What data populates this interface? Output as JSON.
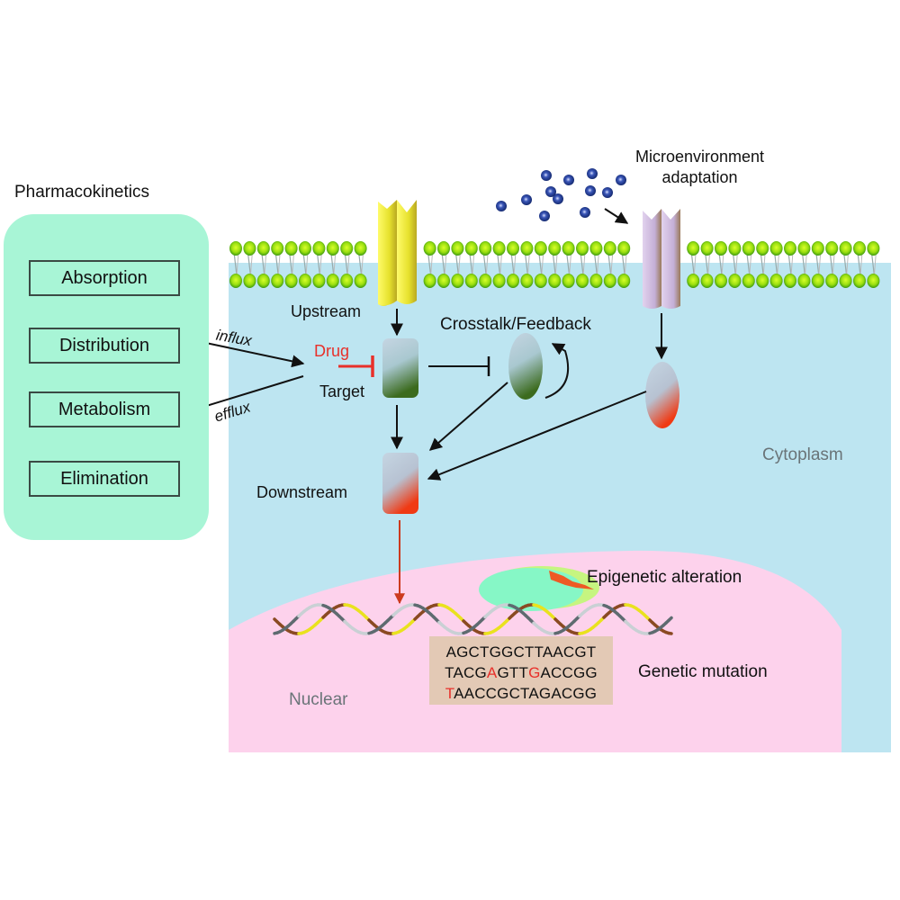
{
  "pharmacokinetics": {
    "title": "Pharmacokinetics",
    "steps": [
      "Absorption",
      "Distribution",
      "Metabolism",
      "Elimination"
    ],
    "influx_label": "influx",
    "efflux_label": "efflux"
  },
  "pathway": {
    "upstream_label": "Upstream",
    "drug_label": "Drug",
    "target_label": "Target",
    "crosstalk_label": "Crosstalk/Feedback",
    "downstream_label": "Downstream",
    "microenvironment_label_line1": "Microenvironment",
    "microenvironment_label_line2": "adaptation"
  },
  "compartments": {
    "cytoplasm_label": "Cytoplasm",
    "nuclear_label": "Nuclear"
  },
  "nucleus": {
    "epigenetic_label": "Epigenetic alteration",
    "genetic_label": "Genetic mutation",
    "sequence_rows": [
      [
        {
          "t": "AGCTGGCTTAACGT",
          "m": false
        }
      ],
      [
        {
          "t": "TACG",
          "m": false
        },
        {
          "t": "A",
          "m": true
        },
        {
          "t": "GTT",
          "m": false
        },
        {
          "t": "G",
          "m": true
        },
        {
          "t": "ACCGG",
          "m": false
        }
      ],
      [
        {
          "t": "T",
          "m": true
        },
        {
          "t": "AACCGCTAGACGG",
          "m": false
        }
      ]
    ]
  },
  "colors": {
    "pk_panel": "#a8f5d6",
    "cytoplasm": "#bde5f1",
    "nucleus": "#fdd2ec",
    "membrane_head": "#7fd31a",
    "receptor_left": "#e8e83a",
    "receptor_right": "#cdb8dc",
    "inhibition_drug": "#e8302a",
    "signal_to_nucleus": "#cc3a1e",
    "ligand": "#1f3a8f",
    "sequence_box": "#e3c9b5",
    "mutation": "#e8302a"
  }
}
